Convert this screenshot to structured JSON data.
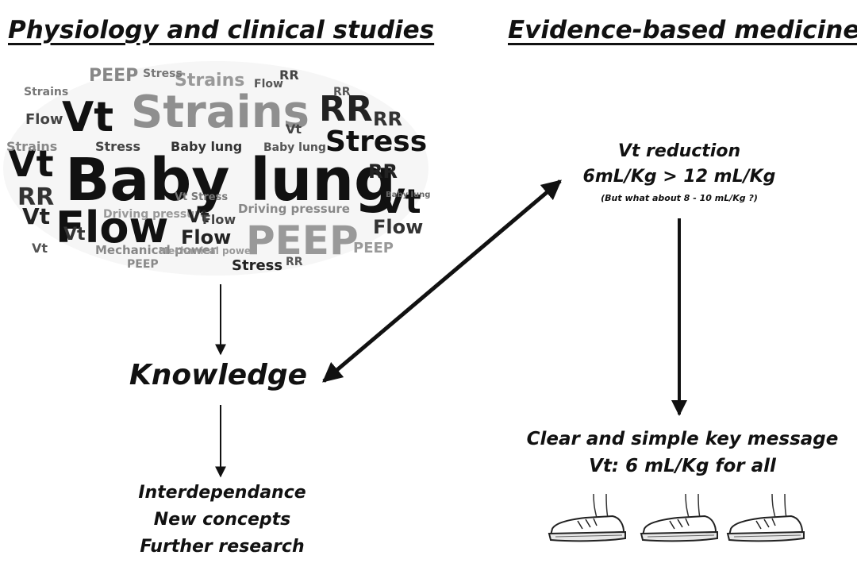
{
  "headings": {
    "left": "Physiology and clinical studies",
    "right": "Evidence-based medicine"
  },
  "word_cloud": {
    "words": [
      {
        "text": "Baby lung",
        "shade": "#111111"
      },
      {
        "text": "Strains",
        "shade": "#8f8f8f"
      },
      {
        "text": "Flow",
        "shade": "#111111"
      },
      {
        "text": "PEEP",
        "shade": "#999999"
      },
      {
        "text": "Vt",
        "shade": "#111111"
      },
      {
        "text": "Vt",
        "shade": "#111111"
      },
      {
        "text": "Vt",
        "shade": "#111111"
      },
      {
        "text": "RR",
        "shade": "#222222"
      },
      {
        "text": "RR",
        "shade": "#333333"
      },
      {
        "text": "Stress",
        "shade": "#111111"
      },
      {
        "text": "Stress",
        "shade": "#222222"
      },
      {
        "text": "Stress",
        "shade": "#444444"
      },
      {
        "text": "Baby lung",
        "shade": "#333333"
      },
      {
        "text": "Flow",
        "shade": "#222222"
      },
      {
        "text": "Flow",
        "shade": "#333333"
      },
      {
        "text": "Driving pressure",
        "shade": "#888888"
      },
      {
        "text": "Driving pressure",
        "shade": "#999999"
      },
      {
        "text": "Mechanical power",
        "shade": "#888888"
      },
      {
        "text": "Strains",
        "shade": "#999999"
      },
      {
        "text": "PEEP",
        "shade": "#888888"
      },
      {
        "text": "PEEP",
        "shade": "#999999"
      },
      {
        "text": "RR",
        "shade": "#333333"
      },
      {
        "text": "RR",
        "shade": "#222222"
      },
      {
        "text": "Vt",
        "shade": "#222222"
      },
      {
        "text": "Vt",
        "shade": "#333333"
      },
      {
        "text": "Vt",
        "shade": "#222222"
      },
      {
        "text": "Flow",
        "shade": "#444444"
      },
      {
        "text": "Strains",
        "shade": "#888888"
      },
      {
        "text": "Stress",
        "shade": "#777777"
      },
      {
        "text": "RR",
        "shade": "#444444"
      },
      {
        "text": "Mechanical power",
        "shade": "#999999"
      },
      {
        "text": "Baby lung",
        "shade": "#555555"
      },
      {
        "text": "Vt",
        "shade": "#444444"
      },
      {
        "text": "Flow",
        "shade": "#555555"
      },
      {
        "text": "PEEP",
        "shade": "#888888"
      },
      {
        "text": "Vt Stress",
        "shade": "#777777"
      },
      {
        "text": "RR",
        "shade": "#555555"
      },
      {
        "text": "Vt",
        "shade": "#555555"
      },
      {
        "text": "Strains",
        "shade": "#777777"
      },
      {
        "text": "Flow",
        "shade": "#444444"
      },
      {
        "text": "RR",
        "shade": "#555555"
      },
      {
        "text": "Baby lung",
        "shade": "#666666"
      }
    ]
  },
  "left_flow": {
    "knowledge": "Knowledge",
    "outcomes": [
      "Interdependance",
      "New concepts",
      "Further research"
    ]
  },
  "right_flow": {
    "vt_reduction": {
      "title": "Vt reduction",
      "comparison": "6mL/Kg > 12 mL/Kg",
      "question": "(But what about 8 - 10 mL/Kg ?)"
    },
    "key_message": {
      "line1": "Clear and simple key message",
      "line2": "Vt: 6 mL/Kg for all"
    }
  },
  "colors": {
    "ink": "#111111",
    "cloud_gray": "#8f8f8f"
  },
  "icons": [
    "sneaker-icon",
    "sneaker-icon",
    "sneaker-icon"
  ]
}
